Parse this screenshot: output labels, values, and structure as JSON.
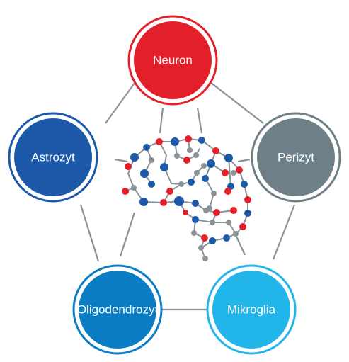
{
  "nodes": [
    {
      "id": "neuron",
      "label": "Neuron",
      "color": "#e3202a"
    },
    {
      "id": "perizyt",
      "label": "Perizyt",
      "color": "#6e7f87"
    },
    {
      "id": "mikroglia",
      "label": "Mikroglia",
      "color": "#22b5e9"
    },
    {
      "id": "oligodendrozyt",
      "label": "Oligodendrozyt",
      "color": "#0a7dc4"
    },
    {
      "id": "astrozyt",
      "label": "Astrozyt",
      "color": "#1c5aa9"
    }
  ],
  "colors": {
    "connector": "#8a9399",
    "brain_node_blue": "#1c5aa9",
    "brain_node_red": "#e3202a",
    "brain_node_gray": "#8a9399",
    "brain_edge": "#8a9399"
  },
  "center_icon": "brain-network-icon"
}
